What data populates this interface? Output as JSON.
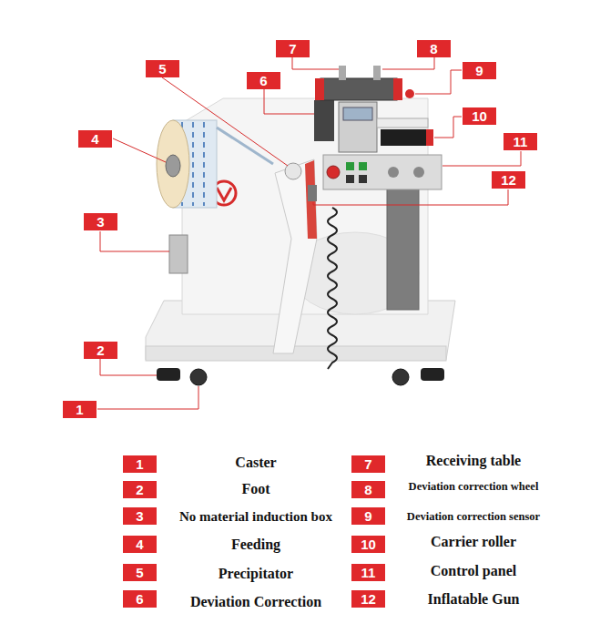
{
  "diagram": {
    "nodes": [
      {
        "text": [
          "7"
        ]
      },
      {
        "text": [
          "8"
        ]
      },
      {
        "text": [
          "5"
        ]
      },
      {
        "text": [
          "9"
        ]
      },
      {
        "text": [
          "6"
        ]
      },
      {
        "text": [
          "10"
        ]
      },
      {
        "text": [
          "4"
        ]
      },
      {
        "text": [
          "11"
        ]
      },
      {
        "text": [
          "12"
        ]
      },
      {
        "text": [
          "3"
        ]
      },
      {
        "text": [
          "2"
        ]
      },
      {
        "text": [
          "1"
        ]
      },
      {
        "text": [
          "1"
        ]
      },
      {
        "text": [
          "7"
        ]
      },
      {
        "text": [
          "2"
        ]
      },
      {
        "text": [
          "8"
        ]
      },
      {
        "text": [
          "3"
        ]
      },
      {
        "text": [
          "9"
        ]
      },
      {
        "text": [
          "4"
        ]
      },
      {
        "text": [
          "10"
        ]
      },
      {
        "text": [
          "5"
        ]
      },
      {
        "text": [
          "11"
        ]
      },
      {
        "text": [
          "6"
        ]
      },
      {
        "text": [
          "12"
        ]
      }
    ],
    "labels": [
      "Caster",
      "Receiving table",
      "Foot",
      "Deviation correction wheel",
      "No material induction box",
      "Deviation correction sensor",
      "Feeding",
      "Carrier roller",
      "Precipitator",
      "Control panel",
      "Deviation Correction",
      "Inflatable Gun"
    ]
  }
}
